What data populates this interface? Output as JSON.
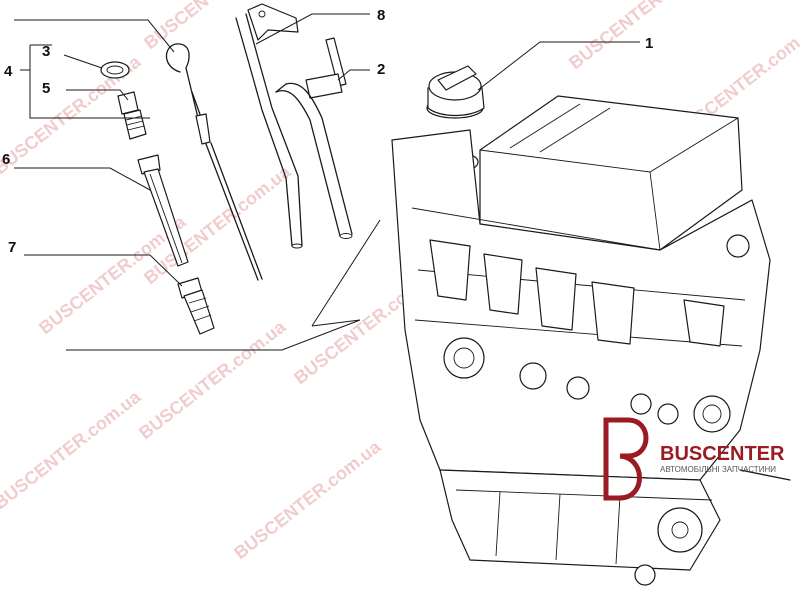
{
  "callouts": {
    "c1": "1",
    "c2": "2",
    "c3": "3",
    "c4": "4",
    "c5": "5",
    "c6": "6",
    "c7": "7",
    "c8": "8"
  },
  "watermark": {
    "text": "BUSCENTER.com.ua"
  },
  "brand": {
    "name": "BUSCENTER",
    "subtitle": "АВТОМОБІЛЬНІ ЗАПЧАСТИНИ",
    "color": "#9b1b22"
  }
}
